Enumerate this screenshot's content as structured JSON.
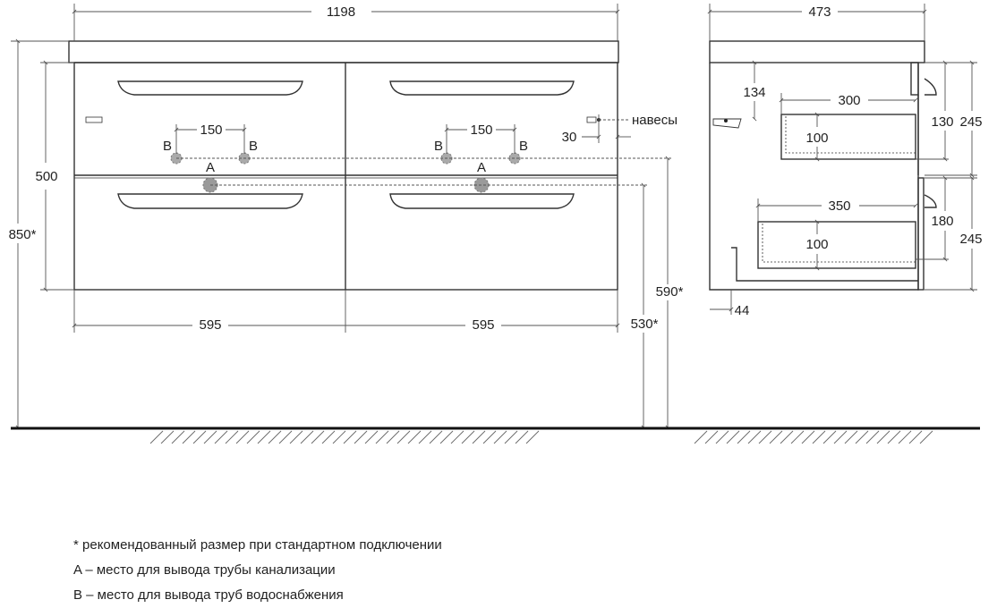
{
  "front_view": {
    "overall_width": "1198",
    "drawer_width_left": "595",
    "drawer_width_right": "595",
    "cabinet_height": "500",
    "total_height": "850*",
    "pipe_spacing_left": "150",
    "pipe_spacing_right": "150",
    "water_label": "B",
    "drain_label": "A",
    "hanger_label": "навесы",
    "hanger_offset": "30",
    "drain_height": "530*",
    "water_height": "590*"
  },
  "side_view": {
    "depth": "473",
    "top_offset": "134",
    "upper_drawer_depth": "300",
    "upper_drawer_height": "100",
    "upper_front_height": "130",
    "upper_section_height": "245",
    "lower_drawer_depth": "350",
    "lower_drawer_height": "100",
    "lower_front_height": "180",
    "lower_section_height": "245",
    "back_gap": "44"
  },
  "notes": [
    "* рекомендованный размер при стандартном подключении",
    "A – место для вывода трубы канализации",
    "B – место для вывода труб водоснабжения"
  ],
  "colors": {
    "line": "#333333",
    "dim_line": "#555555",
    "pipe": "#9a9a9a",
    "floor": "#111111"
  }
}
